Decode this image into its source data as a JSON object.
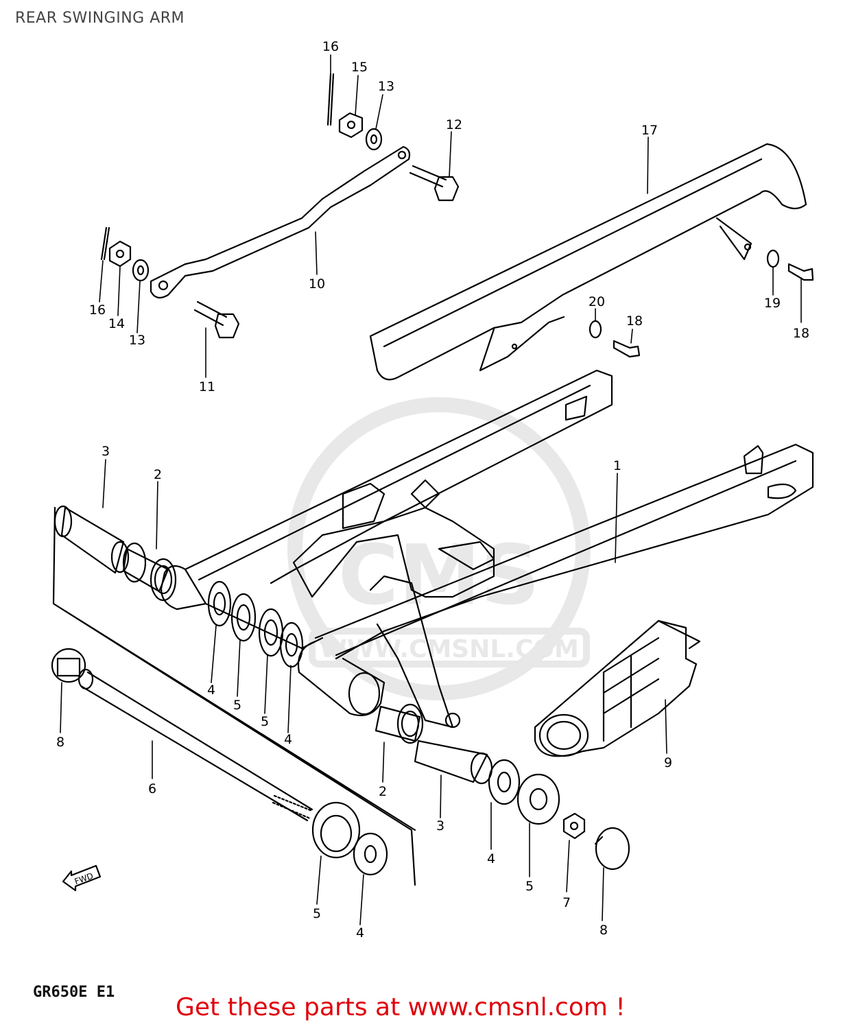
{
  "header": {
    "title": "REAR SWINGING ARM"
  },
  "footer": {
    "model": "GR650E E1",
    "cta": "Get these parts at www.cmsnl.com !"
  },
  "watermark": {
    "text": "WWW.CMSNL.COM",
    "logo_text": "CMS"
  },
  "fwd_label": "FWD",
  "callouts": [
    "16",
    "15",
    "13",
    "12",
    "17",
    "16",
    "14",
    "13",
    "10",
    "11",
    "20",
    "18",
    "19",
    "18",
    "1",
    "3",
    "2",
    "4",
    "5",
    "5",
    "4",
    "8",
    "6",
    "2",
    "3",
    "9",
    "4",
    "5",
    "7",
    "8",
    "5",
    "4"
  ],
  "colors": {
    "line": "#000000",
    "cta": "#e0000a",
    "title": "#444444",
    "watermark": "#e8e8e8"
  }
}
